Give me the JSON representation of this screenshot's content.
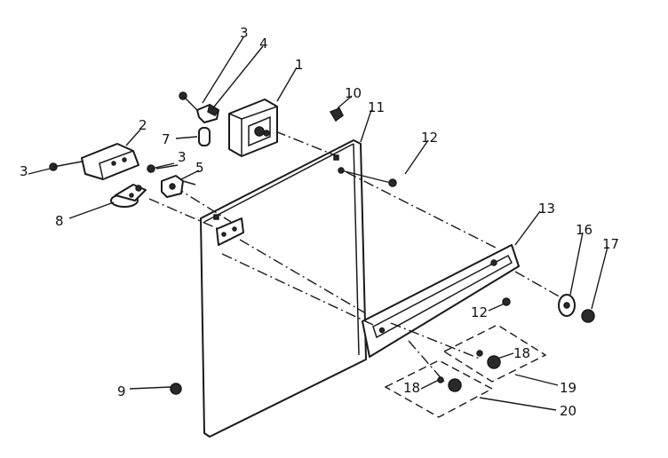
{
  "callouts": {
    "c1": "1",
    "c2": "2",
    "c3a": "3",
    "c3b": "3",
    "c3c": "3",
    "c4": "4",
    "c5": "5",
    "c7": "7",
    "c8": "8",
    "c9": "9",
    "c10": "10",
    "c11": "11",
    "c12a": "12",
    "c12b": "12",
    "c13": "13",
    "c16": "16",
    "c17": "17",
    "c18a": "18",
    "c18b": "18",
    "c19": "19",
    "c20": "20"
  }
}
